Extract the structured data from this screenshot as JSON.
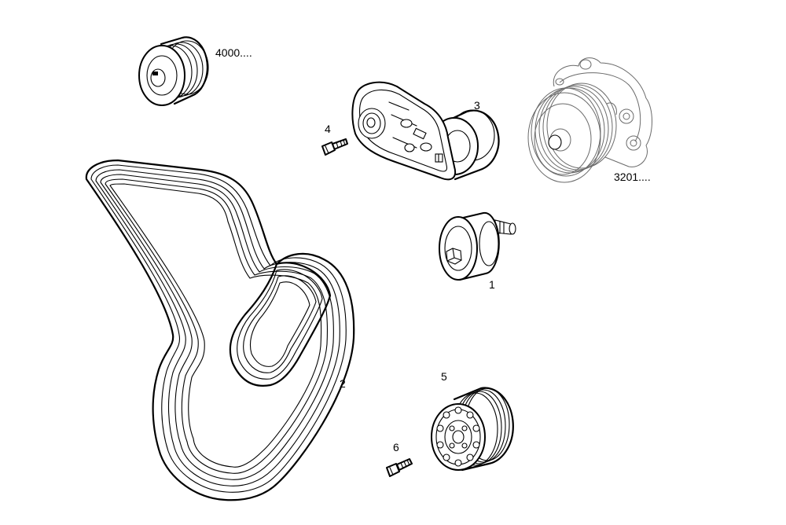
{
  "labels": {
    "alternator_pulley": "4000....",
    "tensioner": "3",
    "tensioner_bolt": "4",
    "water_pump": "3201....",
    "idler_pulley": "1",
    "belt": "2",
    "guide_pulley": "5",
    "guide_pulley_bolt": "6"
  }
}
